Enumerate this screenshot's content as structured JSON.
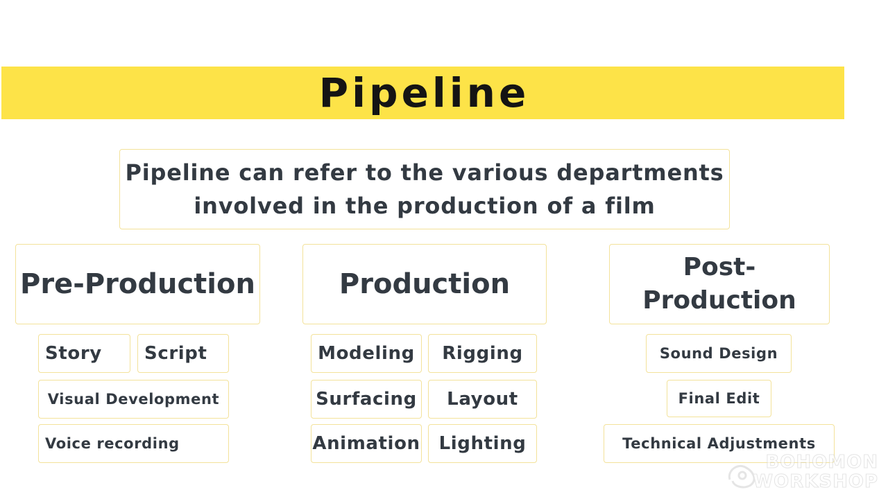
{
  "header": {
    "title": "Pipeline"
  },
  "intro": {
    "text": "Pipeline can refer to the various departments involved in the production of a film"
  },
  "categories": {
    "pre": {
      "label": "Pre-Production",
      "items": [
        "Story",
        "Script",
        "Visual Development",
        "Voice recording"
      ]
    },
    "prod": {
      "label": "Production",
      "items": [
        "Modeling",
        "Rigging",
        "Surfacing",
        "Layout",
        "Animation",
        "Lighting"
      ]
    },
    "post": {
      "label": "Post-Production",
      "items": [
        "Sound Design",
        "Final Edit",
        "Technical Adjustments"
      ]
    }
  },
  "watermark": {
    "line1": "BOHOMON",
    "line2": "WORKSHOP"
  },
  "colors": {
    "accent_bar": "#fde348",
    "box_border": "#f3e29a",
    "text": "#333a42"
  }
}
